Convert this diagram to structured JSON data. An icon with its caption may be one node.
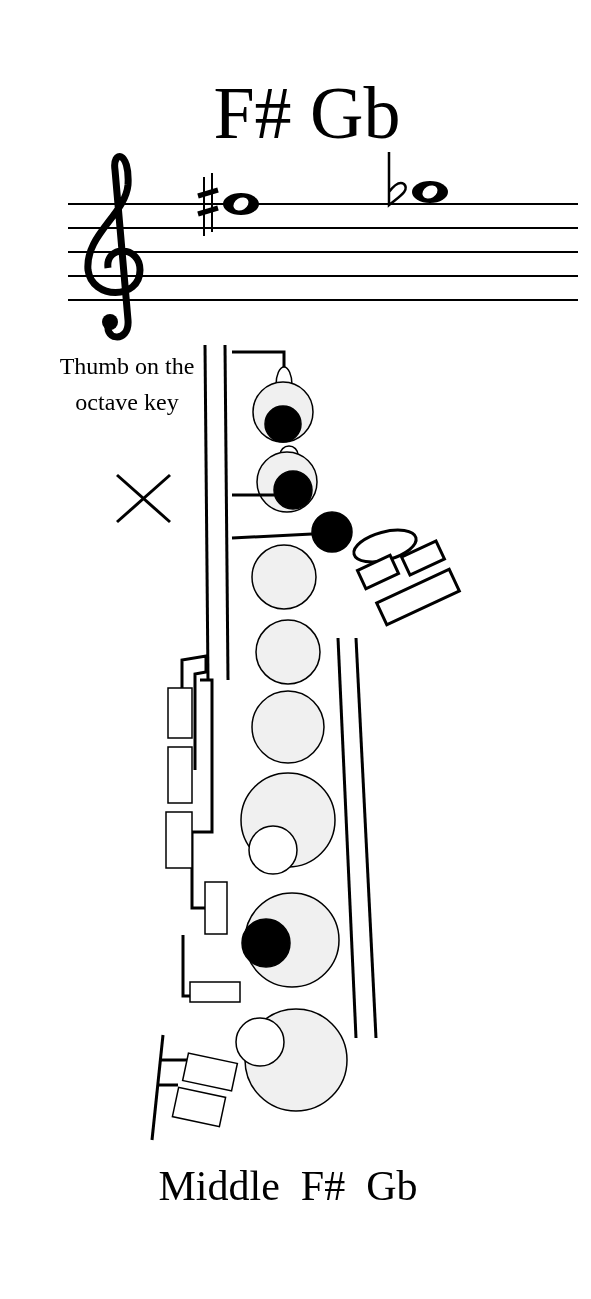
{
  "diagram": {
    "title": "F# Gb",
    "caption": "Middle  F#  Gb",
    "labels": [
      "Thumb on the octave key"
    ]
  }
}
